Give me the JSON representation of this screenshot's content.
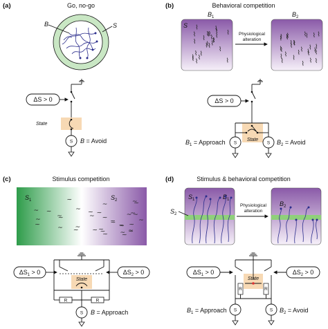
{
  "colors": {
    "purple": "#8a5aa8",
    "purple_light": "#f3ecf7",
    "green": "#2e9c4a",
    "green_ring": "#c9e7c4",
    "state_box": "#f7d9b4",
    "neuron_blue": "#2b2d8c"
  },
  "panels": {
    "a": {
      "letter": "(a)",
      "title": "Go, no-go",
      "label_b": "B",
      "label_s": "S",
      "condition": "ΔS > 0",
      "state": "State",
      "output_pre": "",
      "output_var": "B",
      "output_post": " = Avoid",
      "source": "S"
    },
    "b": {
      "letter": "(b)",
      "title": "Behavioral competition",
      "b1_var": "B",
      "b1_sub": "1",
      "b2_var": "B",
      "b2_sub": "2",
      "s_label": "S",
      "arrow_label_1": "Physiological",
      "arrow_label_2": "alteration",
      "condition": "ΔS > 0",
      "state": "State",
      "out1_var": "B",
      "out1_sub": "1",
      "out1_post": " = Approach",
      "out2_var": "B",
      "out2_sub": "2",
      "out2_post": " = Avoid",
      "source": "S"
    },
    "c": {
      "letter": "(c)",
      "title": "Stimulus competition",
      "s1_var": "S",
      "s1_sub": "1",
      "s2_var": "S",
      "s2_sub": "2",
      "cond1_pre": "ΔS",
      "cond1_sub": "1",
      "cond1_post": " > 0",
      "cond2_pre": "ΔS",
      "cond2_sub": "2",
      "cond2_post": " > 0",
      "state": "State",
      "r_label": "R",
      "output_var": "B",
      "output_post": " = Approach",
      "source": "S"
    },
    "d": {
      "letter": "(d)",
      "title": "Stimulus & behavioral competition",
      "s1_var": "S",
      "s1_sub": "1",
      "s2_var": "S",
      "s2_sub": "2",
      "b1_var": "B",
      "b1_sub": "1",
      "b2_var": "B",
      "b2_sub": "2",
      "arrow_label_1": "Physiological",
      "arrow_label_2": "alteration",
      "cond1_pre": "ΔS",
      "cond1_sub": "1",
      "cond1_post": " > 0",
      "cond2_pre": "ΔS",
      "cond2_sub": "2",
      "cond2_post": " > 0",
      "state": "State",
      "r_label": "R",
      "out1_var": "B",
      "out1_sub": "1",
      "out1_post": " = Approach",
      "out2_var": "B",
      "out2_sub": "2",
      "out2_post": " = Avoid",
      "source": "S"
    }
  }
}
